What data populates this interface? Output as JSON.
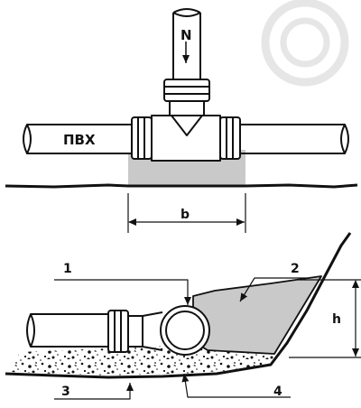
{
  "top_view": {
    "pipe_label": "ПВХ",
    "force_label": "N",
    "width_label": "b"
  },
  "bottom_view": {
    "height_label": "h",
    "callouts": [
      "1",
      "2",
      "3",
      "4"
    ]
  },
  "colors": {
    "ink": "#111111",
    "concrete_fill": "#c9c9c9",
    "ring_watermark": "#e6e6e6"
  }
}
